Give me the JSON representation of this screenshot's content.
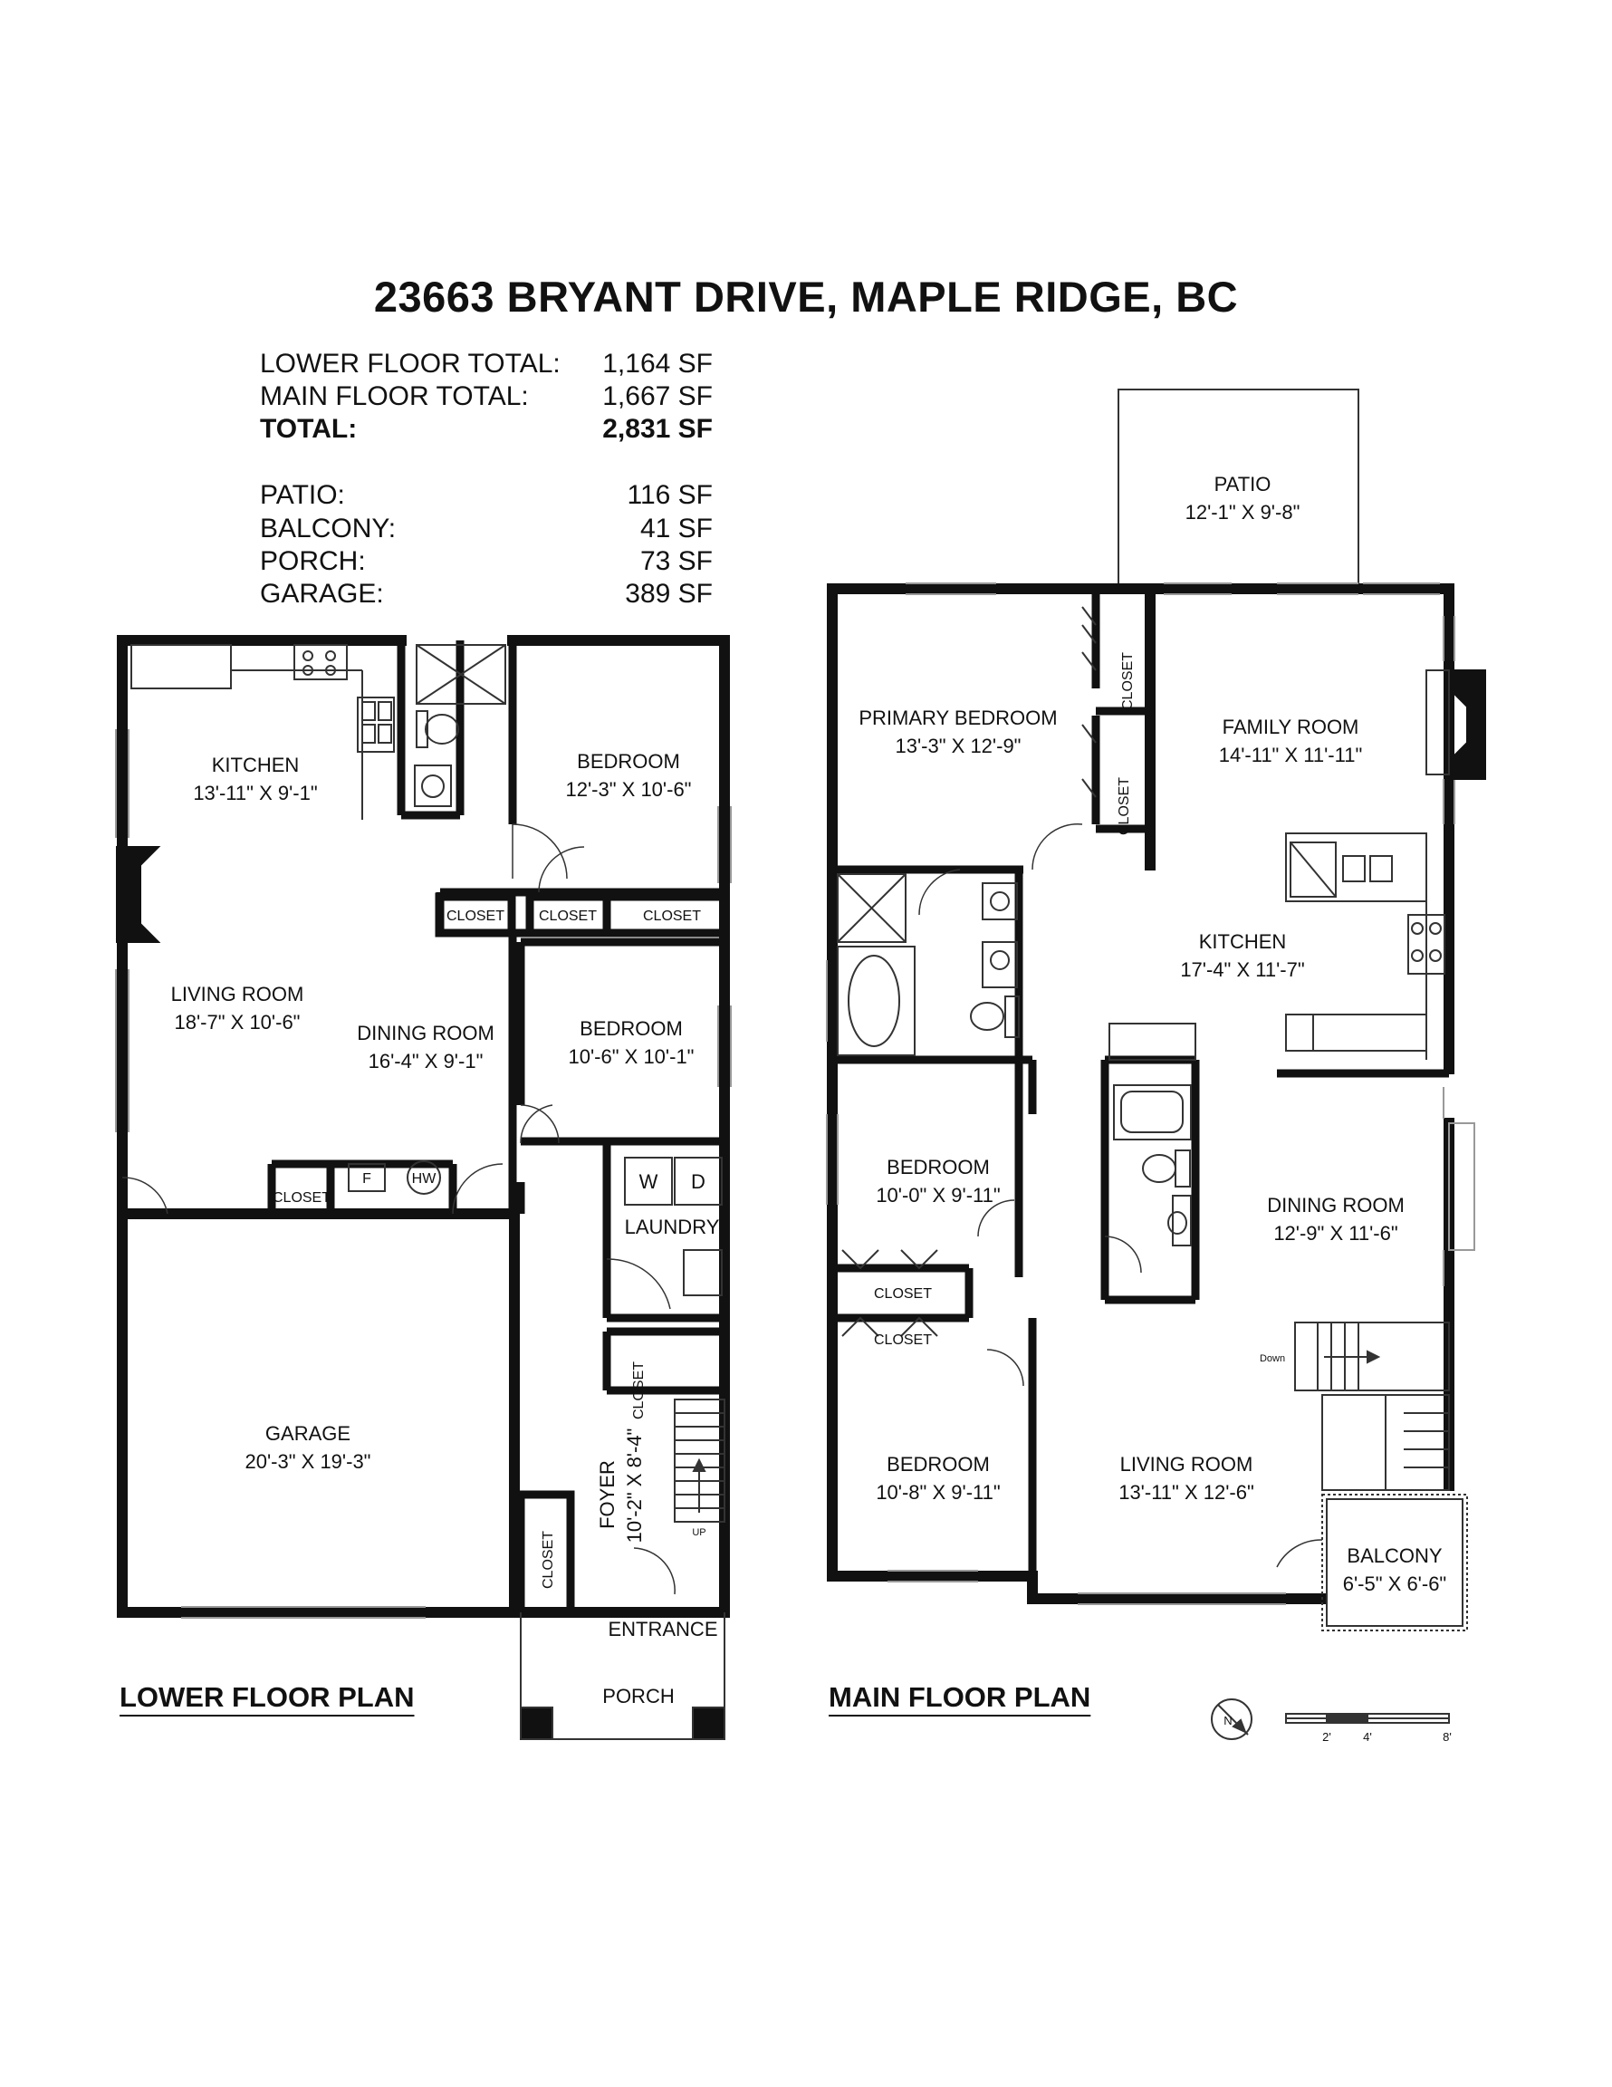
{
  "title": "23663 BRYANT DRIVE, MAPLE RIDGE, BC",
  "areas": [
    {
      "label": "LOWER FLOOR TOTAL:",
      "value": "1,164 SF",
      "bold": false
    },
    {
      "label": "MAIN FLOOR TOTAL:",
      "value": "1,667 SF",
      "bold": false
    },
    {
      "label": "TOTAL:",
      "value": "2,831 SF",
      "bold": true
    },
    {
      "label": "PATIO:",
      "value": "116 SF",
      "bold": false
    },
    {
      "label": "BALCONY:",
      "value": "41 SF",
      "bold": false
    },
    {
      "label": "PORCH:",
      "value": "73 SF",
      "bold": false
    },
    {
      "label": "GARAGE:",
      "value": "389 SF",
      "bold": false
    }
  ],
  "lower_floor": {
    "title": "LOWER FLOOR PLAN",
    "rooms": {
      "kitchen": {
        "name": "KITCHEN",
        "dims": "13'-11\" X 9'-1\""
      },
      "bedroom1": {
        "name": "BEDROOM",
        "dims": "12'-3\" X 10'-6\""
      },
      "living": {
        "name": "LIVING ROOM",
        "dims": "18'-7\" X 10'-6\""
      },
      "dining": {
        "name": "DINING ROOM",
        "dims": "16'-4\" X 9'-1\""
      },
      "bedroom2": {
        "name": "BEDROOM",
        "dims": "10'-6\" X 10'-1\""
      },
      "garage": {
        "name": "GARAGE",
        "dims": "20'-3\" X 19'-3\""
      },
      "foyer": {
        "name": "FOYER",
        "dims": "10'-2\" X 8'-4\""
      },
      "laundry": "LAUNDRY",
      "entrance": "ENTRANCE",
      "porch": "PORCH"
    },
    "labels": {
      "closet": "CLOSET",
      "washer": "W",
      "dryer": "D",
      "furnace": "F",
      "hot_water": "HW",
      "up": "UP"
    }
  },
  "main_floor": {
    "title": "MAIN FLOOR PLAN",
    "rooms": {
      "patio": {
        "name": "PATIO",
        "dims": "12'-1\" X 9'-8\""
      },
      "primary": {
        "name": "PRIMARY BEDROOM",
        "dims": "13'-3\" X 12'-9\""
      },
      "family": {
        "name": "FAMILY ROOM",
        "dims": "14'-11\" X 11'-11\""
      },
      "kitchen": {
        "name": "KITCHEN",
        "dims": "17'-4\" X 11'-7\""
      },
      "bedroom1": {
        "name": "BEDROOM",
        "dims": "10'-0\" X 9'-11\""
      },
      "dining": {
        "name": "DINING ROOM",
        "dims": "12'-9\" X 11'-6\""
      },
      "bedroom2": {
        "name": "BEDROOM",
        "dims": "10'-8\" X 9'-11\""
      },
      "living": {
        "name": "LIVING ROOM",
        "dims": "13'-11\" X 12'-6\""
      },
      "balcony": {
        "name": "BALCONY",
        "dims": "6'-5\" X 6'-6\""
      }
    },
    "labels": {
      "closet": "CLOSET",
      "down": "Down"
    }
  },
  "compass": {
    "letter": "N"
  },
  "scale": {
    "ticks": [
      "2'",
      "4'",
      "8'"
    ]
  },
  "colors": {
    "wall": "#111111",
    "thin_line": "#333333",
    "window": "#bbbbbb"
  }
}
